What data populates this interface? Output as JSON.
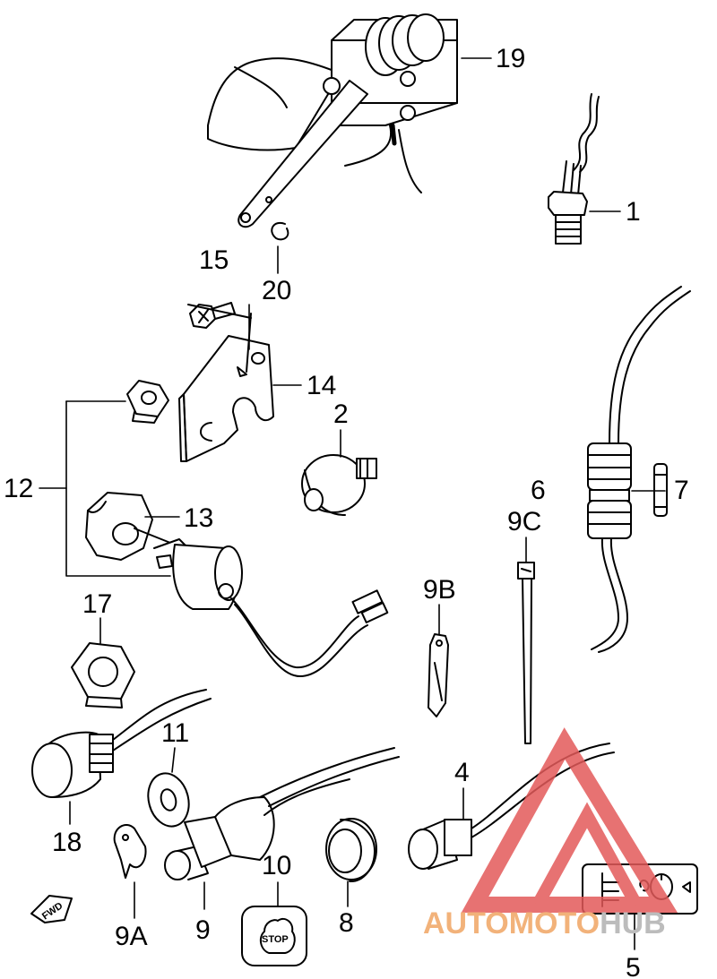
{
  "labels": {
    "p19": "19",
    "p1": "1",
    "p15": "15",
    "p20": "20",
    "p14": "14",
    "p2": "2",
    "p12": "12",
    "p13": "13",
    "p6": "6",
    "p7": "7",
    "p9c": "9C",
    "p9b": "9B",
    "p17": "17",
    "p11": "11",
    "p4": "4",
    "p18": "18",
    "p10": "10",
    "p9": "9",
    "p8": "8",
    "p9a": "9A",
    "p5": "5"
  },
  "plate_text": "STOP",
  "fwd_text": "FWD",
  "watermark": {
    "part1": "AUTOMOTO",
    "part2": "HUB",
    "color1": "#f2b27a",
    "color2": "#bcbcbc",
    "logo_color": "#e35a5a"
  }
}
